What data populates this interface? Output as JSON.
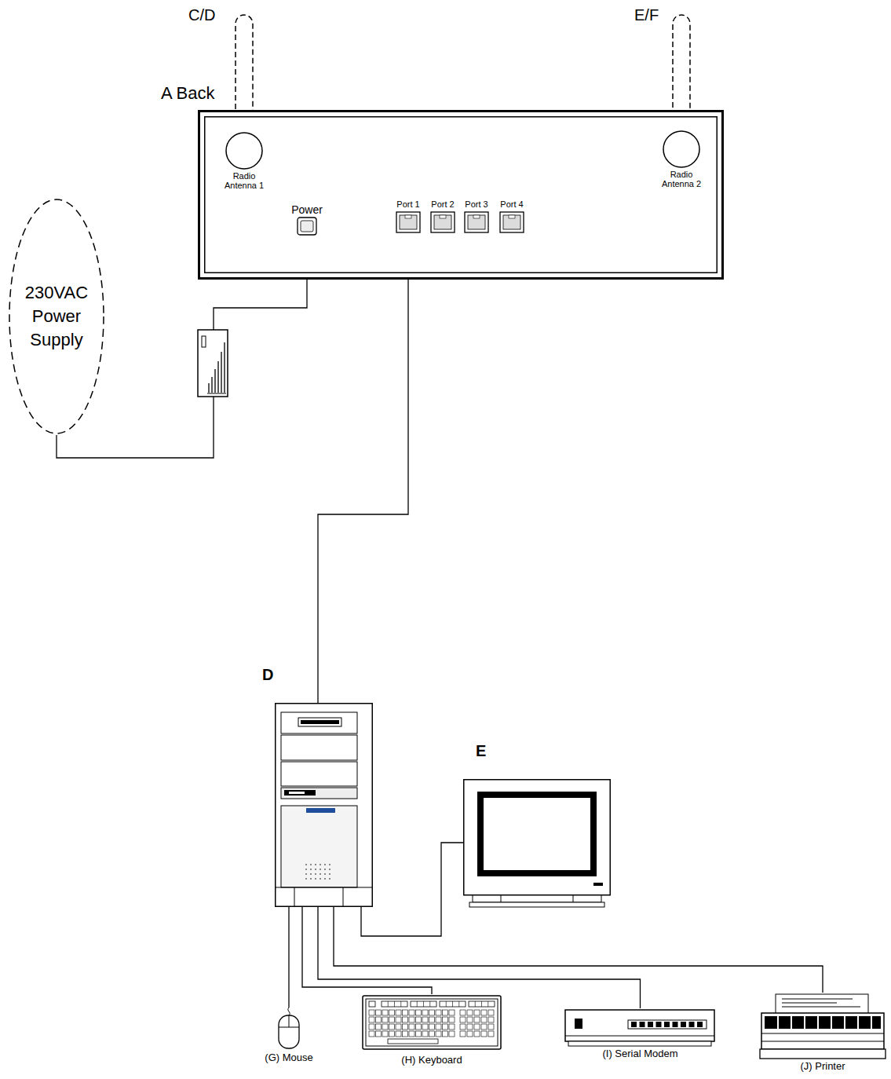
{
  "diagram": {
    "nodes": [
      {
        "text": [
          "A Back"
        ]
      },
      {
        "text": [
          "Radio Antenna 1"
        ],
        "in": 0
      },
      {
        "text": [
          "Radio Antenna 2"
        ],
        "in": 0
      },
      {
        "text": [
          "Power"
        ],
        "in": 0
      },
      {
        "text": [
          "Port 1"
        ],
        "in": 0
      },
      {
        "text": [
          "Port 2"
        ],
        "in": 0
      },
      {
        "text": [
          "Port 3"
        ],
        "in": 0
      },
      {
        "text": [
          "Port 4"
        ],
        "in": 0
      },
      {
        "text": [
          "230VAC Power Supply"
        ]
      },
      {
        "text": [
          "D"
        ]
      },
      {
        "text": [
          "E"
        ]
      },
      {
        "text": [
          "(G) Mouse"
        ]
      },
      {
        "text": [
          "(H) Keyboard"
        ]
      },
      {
        "text": [
          "(I) Serial Modem"
        ]
      },
      {
        "text": [
          "(J) Printer"
        ]
      }
    ],
    "edges": [
      {
        "from": 8,
        "to": 3,
        "arrow": "none"
      },
      {
        "from": 4,
        "to": 9,
        "arrow": "none"
      },
      {
        "from": 9,
        "to": 10,
        "arrow": "none"
      },
      {
        "from": 9,
        "to": 11,
        "arrow": "none"
      },
      {
        "from": 9,
        "to": 12,
        "arrow": "none"
      },
      {
        "from": 9,
        "to": 13,
        "arrow": "none"
      },
      {
        "from": 9,
        "to": 14,
        "arrow": "none"
      }
    ],
    "labels": [
      "C/D",
      "E/F"
    ]
  }
}
